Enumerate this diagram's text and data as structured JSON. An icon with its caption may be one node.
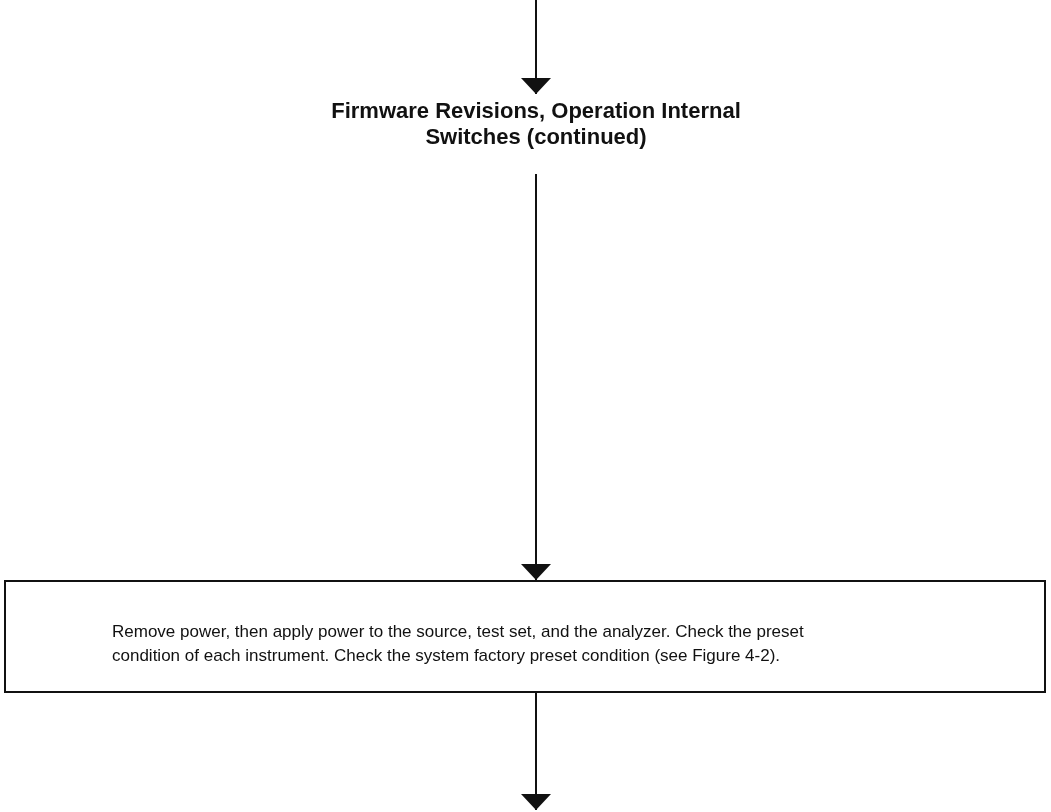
{
  "diagram": {
    "nodes": [
      {
        "text": [
          "Firmware Revisions, Operation Internal Switches (continued)"
        ]
      },
      {
        "text": [
          "Remove power, then apply power to the source, test set, and the analyzer. Check the preset condition of each instrument. Check the system factory preset condition (see Figure 4-2)."
        ]
      }
    ],
    "edges": [
      {
        "from": null,
        "to": 0,
        "arrow": "to"
      },
      {
        "from": 0,
        "to": 1,
        "arrow": "to"
      },
      {
        "from": 1,
        "to": null,
        "arrow": "to"
      }
    ]
  }
}
